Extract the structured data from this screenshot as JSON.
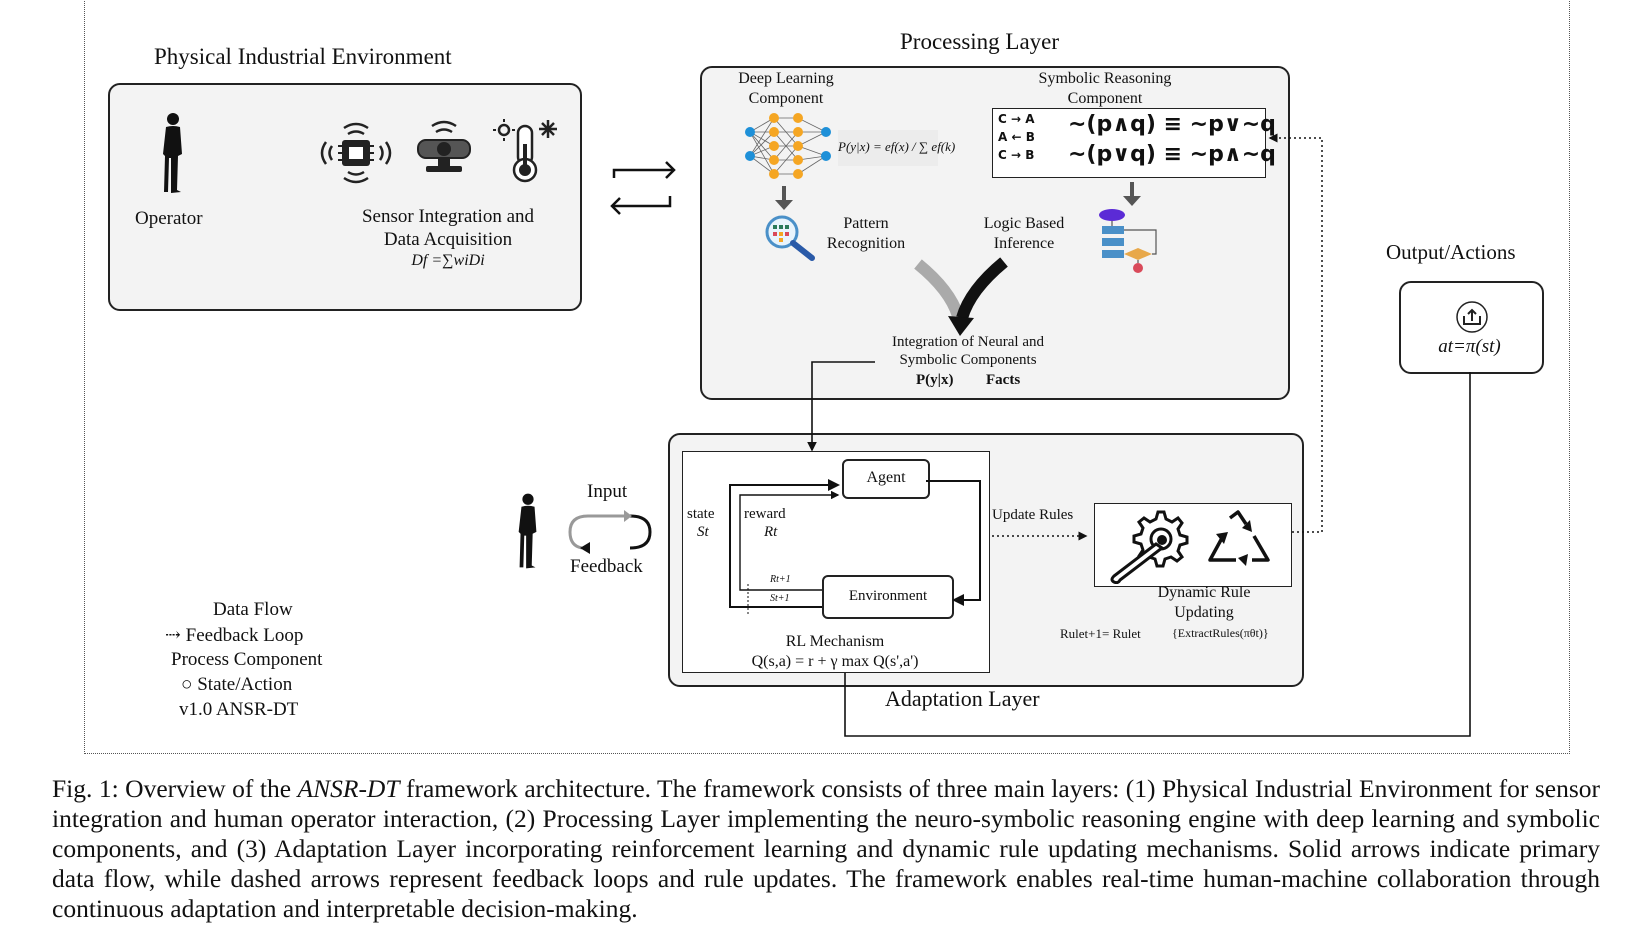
{
  "physical": {
    "title": "Physical Industrial Environment",
    "operator_label": "Operator",
    "sensor_label_1": "Sensor Integration and",
    "sensor_label_2": "Data Acquisition",
    "sensor_formula": "Df =∑wiDi"
  },
  "processing": {
    "title": "Processing Layer",
    "dl_label_1": "Deep Learning",
    "dl_label_2": "Component",
    "prob_formula": "P(y|x) = ef(x) / ∑ ef(k)",
    "sr_label_1": "Symbolic Reasoning",
    "sr_label_2": "Component",
    "logic_line_1": "~(p∧q) ≡ ~p∨~q",
    "logic_line_2": "~(p∨q) ≡ ~p∧~q",
    "rule_row_1": "C → A",
    "rule_row_2": "A ← B",
    "rule_row_3": "C → B",
    "pattern_label_1": "Pattern",
    "pattern_label_2": "Recognition",
    "logic_inf_1": "Logic Based",
    "logic_inf_2": "Inference",
    "integ_1": "Integration of Neural and",
    "integ_2": "Symbolic Components",
    "integ_3a": "P(y|x)",
    "integ_3b": "Facts"
  },
  "output": {
    "title": "Output/Actions",
    "formula": "at=π(st)"
  },
  "adaptation": {
    "title": "Adaptation Layer",
    "input_label": "Input",
    "feedback_label": "Feedback",
    "state_label": "state",
    "state_sym": "St",
    "reward_label": "reward",
    "reward_sym": "Rt",
    "agent_label": "Agent",
    "env_label": "Environment",
    "r_next": "Rt+1",
    "s_next": "St+1",
    "rl_label": "RL Mechanism",
    "rl_formula": "Q(s,a) = r + γ max Q(s',a')",
    "update_rules": "Update Rules",
    "dyn_1": "Dynamic  Rule",
    "dyn_2": "Updating",
    "rule_formula_a": "Rulet+1= Rulet",
    "rule_formula_b": "{ExtractRules(πθt)}"
  },
  "legend": {
    "data_flow": "Data Flow",
    "feedback_loop": "⇢ Feedback Loop",
    "process_component": "Process Component",
    "state_action": "○ State/Action",
    "version": "v1.0 ANSR-DT"
  },
  "caption": {
    "fig_label": "Fig. 1:",
    "part1": "Overview of the",
    "framework_name": "ANSR-DT",
    "part2": "framework architecture. The framework consists of three main layers: (1) Physical Industrial Environment for sensor integration and human operator interaction, (2) Processing Layer implementing the neuro-symbolic reasoning engine with deep learning and symbolic components, and (3) Adaptation Layer incorporating reinforcement learning and dynamic rule updating mechanisms. Solid arrows indicate primary data flow, while dashed arrows represent feedback loops and rule updates. The framework enables real-time human-machine collaboration through continuous adaptation and interpretable decision-making."
  },
  "colors": {
    "box_fill": "#f3f3f3",
    "node_orange": "#f5a623",
    "node_blue": "#1e90d8",
    "flow_purple": "#5b2bd6",
    "flow_blue": "#4a90c8",
    "flow_orange": "#e8a84a",
    "flow_red": "#d94a5a"
  }
}
